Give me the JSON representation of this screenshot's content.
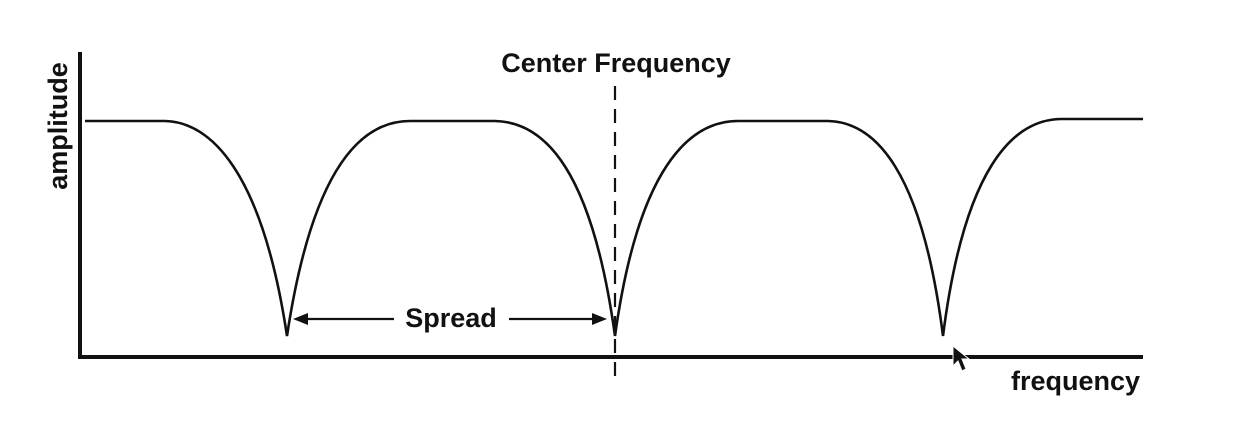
{
  "labels": {
    "y_axis": "amplitude",
    "x_axis": "frequency",
    "center": "Center Frequency",
    "spread": "Spread"
  },
  "colors": {
    "ink": "#111111",
    "background": "#ffffff"
  },
  "icons": {
    "cursor": "mouse-pointer-icon"
  }
}
